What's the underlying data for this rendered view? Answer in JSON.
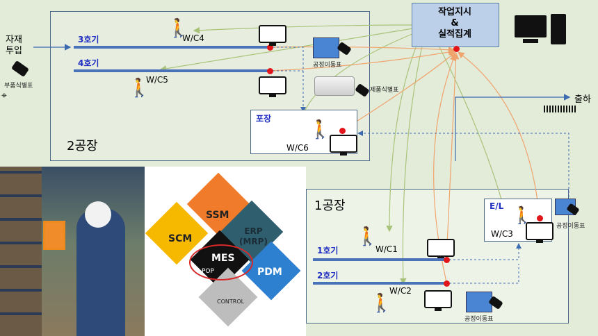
{
  "inputs": {
    "material_in": "자재\n투입",
    "part_tag": "부품식별표"
  },
  "plant2": {
    "title": "2공장",
    "lines": [
      {
        "label": "3호기",
        "wc": "W/C4"
      },
      {
        "label": "4호기",
        "wc": "W/C5"
      }
    ],
    "packing": {
      "label": "포장",
      "wc": "W/C6"
    },
    "move_tag": "공정이동표",
    "product_tag": "제품식별표"
  },
  "center": {
    "title": "작업지시\n&\n실적집계"
  },
  "shipping": {
    "label": "출하"
  },
  "plant1": {
    "title": "1공장",
    "lines": [
      {
        "label": "1호기",
        "wc": "W/C1"
      },
      {
        "label": "2호기",
        "wc": "W/C2"
      }
    ],
    "el": {
      "label": "E/L",
      "wc": "W/C3"
    },
    "move_tag_el": "공정이동표",
    "move_tag": "공정이동표"
  },
  "systems": {
    "ssm": "SSM",
    "scm": "SCM",
    "erp": "ERP\n(MRP)",
    "mes": "MES",
    "pop": "POP",
    "pdm": "PDM",
    "control": "CONTROL"
  },
  "colors": {
    "line_blue": "#4a72b8",
    "accent_red": "#e2151b",
    "green_arrow": "#a9c37a",
    "orange_arrow": "#f0a46d"
  }
}
